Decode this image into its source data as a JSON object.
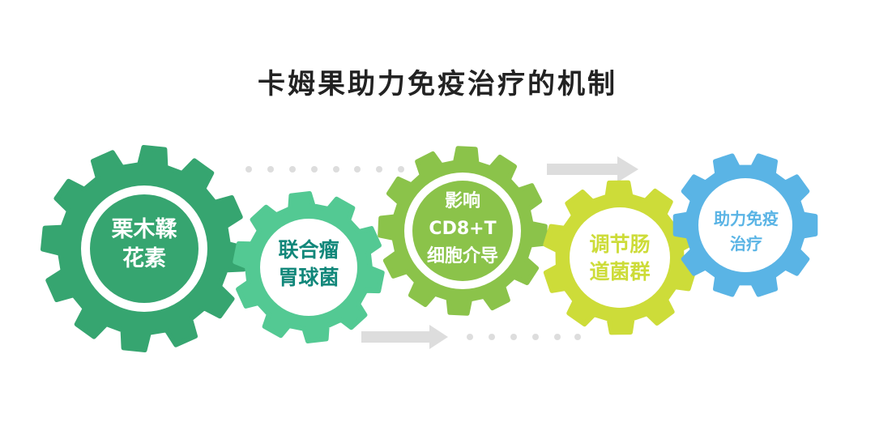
{
  "title": "卡姆果助力免疫治疗的机制",
  "colors": {
    "gear1": "#36A570",
    "gear2": "#53C993",
    "gear2_text": "#11877A",
    "gear3": "#8BC34A",
    "gear4": "#CDDC39",
    "gear5": "#5AB4E5",
    "connector": "#DDDDDD",
    "title": "#222222"
  },
  "gears": [
    {
      "id": "gear1",
      "lines": [
        "栗木鞣",
        "花素"
      ]
    },
    {
      "id": "gear2",
      "lines": [
        "联合瘤",
        "胃球菌"
      ]
    },
    {
      "id": "gear3",
      "lines": [
        "影响",
        "CD8+T",
        "细胞介导"
      ]
    },
    {
      "id": "gear4",
      "lines": [
        "调节肠",
        "道菌群"
      ]
    },
    {
      "id": "gear5",
      "lines": [
        "助力免疫",
        "治疗"
      ]
    }
  ],
  "connectors": [
    {
      "type": "dotted-line",
      "position": "top-left"
    },
    {
      "type": "arrow",
      "position": "top-right"
    },
    {
      "type": "arrow",
      "position": "bottom-left"
    },
    {
      "type": "dotted-line",
      "position": "bottom-right"
    }
  ]
}
